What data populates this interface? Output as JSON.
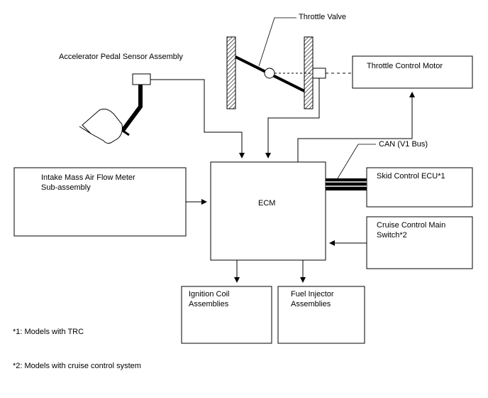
{
  "labels": {
    "throttle_valve": "Throttle Valve",
    "accel_pedal_sensor": "Accelerator Pedal Sensor Assembly",
    "throttle_control_motor": "Throttle Control Motor",
    "can_bus": "CAN (V1 Bus)",
    "maf_meter_line1": "Intake Mass Air Flow Meter",
    "maf_meter_line2": "Sub-assembly",
    "ecm": "ECM",
    "skid_control_ecu": "Skid Control ECU*1",
    "cruise_switch_line1": "Cruise Control Main",
    "cruise_switch_line2": "Switch*2",
    "ignition_coil_line1": "Ignition Coil",
    "ignition_coil_line2": "Assemblies",
    "fuel_injector_line1": "Fuel Injector",
    "fuel_injector_line2": "Assemblies"
  },
  "footnotes": {
    "note1": "*1: Models with TRC",
    "note2": "*2: Models with cruise control system"
  }
}
